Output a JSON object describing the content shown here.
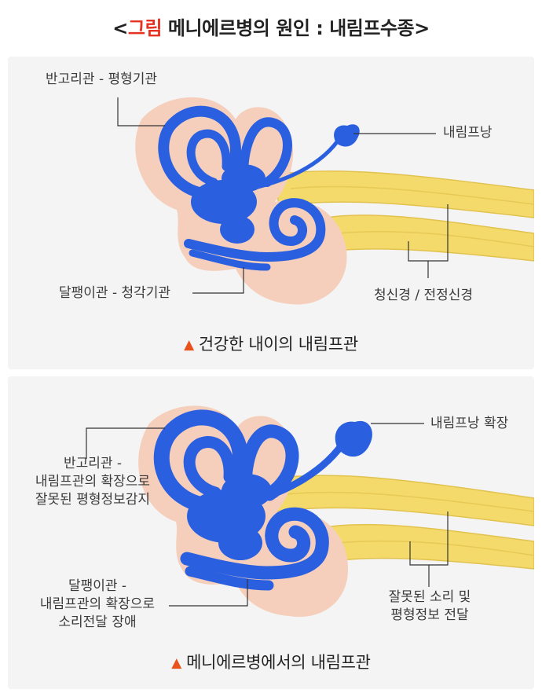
{
  "title": {
    "open": "<",
    "accent": "그림",
    "text": " 메니에르병의 원인 : 내림프수종",
    "close": ">"
  },
  "panel_healthy": {
    "label_semicircular": "반고리관 - 평형기관",
    "label_sac": "내림프낭",
    "label_cochlea": "달팽이관 - 청각기관",
    "label_nerve": "청신경 / 전정신경",
    "caption_marker": "▲",
    "caption": "건강한 내이의 내림프관"
  },
  "panel_menieres": {
    "label_semicircular_lines": [
      "반고리관 -",
      "내림프관의 확장으로",
      "잘못된 평형정보감지"
    ],
    "label_sac": "내림프낭 확장",
    "label_cochlea_lines": [
      "달팽이관 -",
      "내림프관의 확장으로",
      "소리전달 장애"
    ],
    "label_nerve_lines": [
      "잘못된 소리 및",
      "평형정보 전달"
    ],
    "caption_marker": "▲",
    "caption": "메니에르병에서의 내림프관"
  },
  "colors": {
    "accent": "#e53221",
    "marker": "#e8531d",
    "labyrinth": "#2a5fe0",
    "labyrinth_dark": "#1f45b8",
    "bone": "#f3cdb8",
    "nerve": "#f4da6a",
    "panel_bg": "#f4f4f4"
  }
}
